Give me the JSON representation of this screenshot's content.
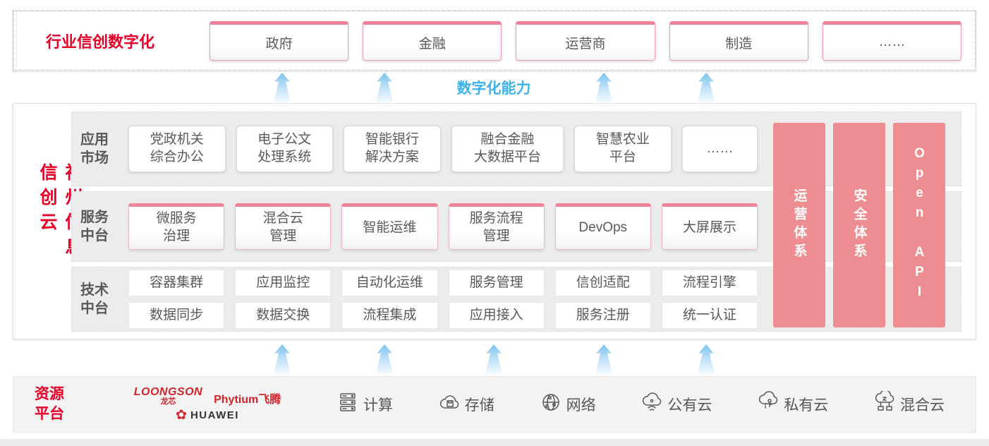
{
  "colors": {
    "brand_red": "#e60027",
    "salmon_bar": "#ee8d91",
    "pink_box_accent": "#ee8599",
    "capability_blue": "#3cb2ec",
    "panel_gray": "#ececec",
    "box_text_gray": "#595959"
  },
  "top_band": {
    "title": "行业信创数字化",
    "industries": [
      "政府",
      "金融",
      "运营商",
      "制造",
      "……"
    ]
  },
  "capability_label": "数字化能力",
  "main": {
    "vertical_title": "神州信息信创云",
    "app_row": {
      "label": "应用\n市场",
      "items": [
        "党政机关\n综合办公",
        "电子公文\n处理系统",
        "智能银行\n解决方案",
        "融合金融\n大数据平台",
        "智慧农业\n平台",
        "……"
      ]
    },
    "service_row": {
      "label": "服务\n中台",
      "items": [
        "微服务\n治理",
        "混合云\n管理",
        "智能运维",
        "服务流程\n管理",
        "DevOps",
        "大屏展示"
      ]
    },
    "tech_row": {
      "label": "技术\n中台",
      "items_top": [
        "容器集群",
        "应用监控",
        "自动化运维",
        "服务管理",
        "信创适配",
        "流程引擎"
      ],
      "items_bottom": [
        "数据同步",
        "数据交换",
        "流程集成",
        "应用接入",
        "服务注册",
        "统一认证"
      ]
    },
    "side_bars": [
      "运营体系",
      "安全体系",
      "Open API"
    ]
  },
  "bottom": {
    "label": "资源\n平台",
    "vendors": {
      "loongson": "LOONGSON",
      "loongson_sub": "龙芯",
      "phytium": "Phytium飞腾",
      "huawei": "HUAWEI"
    },
    "resources": [
      {
        "icon": "server-icon",
        "label": "计算"
      },
      {
        "icon": "storage-icon",
        "label": "存储"
      },
      {
        "icon": "network-icon",
        "label": "网络"
      },
      {
        "icon": "public-cloud-icon",
        "label": "公有云"
      },
      {
        "icon": "private-cloud-icon",
        "label": "私有云"
      },
      {
        "icon": "hybrid-cloud-icon",
        "label": "混合云"
      }
    ]
  }
}
